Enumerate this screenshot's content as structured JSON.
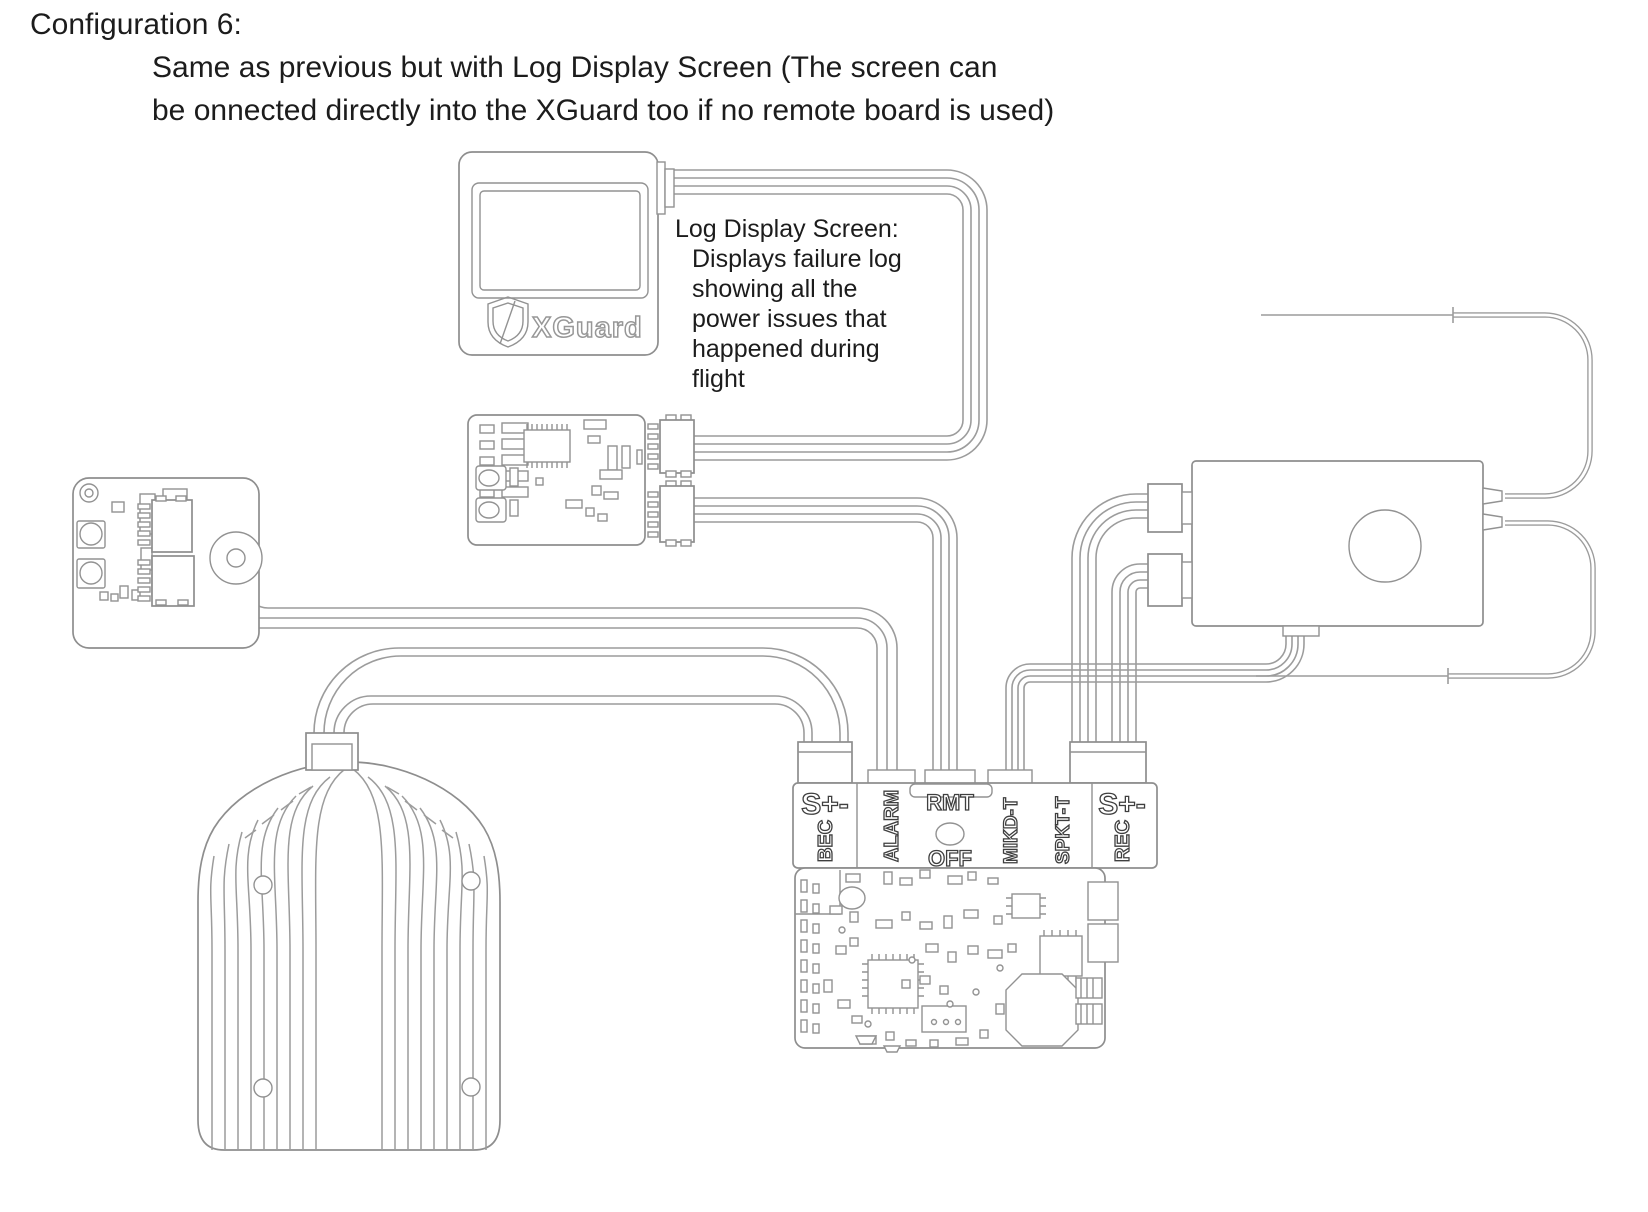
{
  "title": {
    "heading": "Configuration 6:",
    "line1": "Same as previous but with Log Display Screen (The screen can",
    "line2": "be onnected directly into the XGuard too if no remote board is used)"
  },
  "annotation": {
    "title": "Log Display Screen:",
    "lines": [
      "Displays failure log",
      "showing all the",
      "power issues that",
      "happened during",
      "flight"
    ]
  },
  "display": {
    "brand": "XGuard"
  },
  "board": {
    "bec_power": "S+-",
    "bec": "BEC",
    "alarm": "ALARM",
    "rmt": "RMT",
    "off": "OFF",
    "mikd": "MIKD-T",
    "spkt": "SPKT-T",
    "rec_power": "S+-",
    "rec": "REC"
  }
}
